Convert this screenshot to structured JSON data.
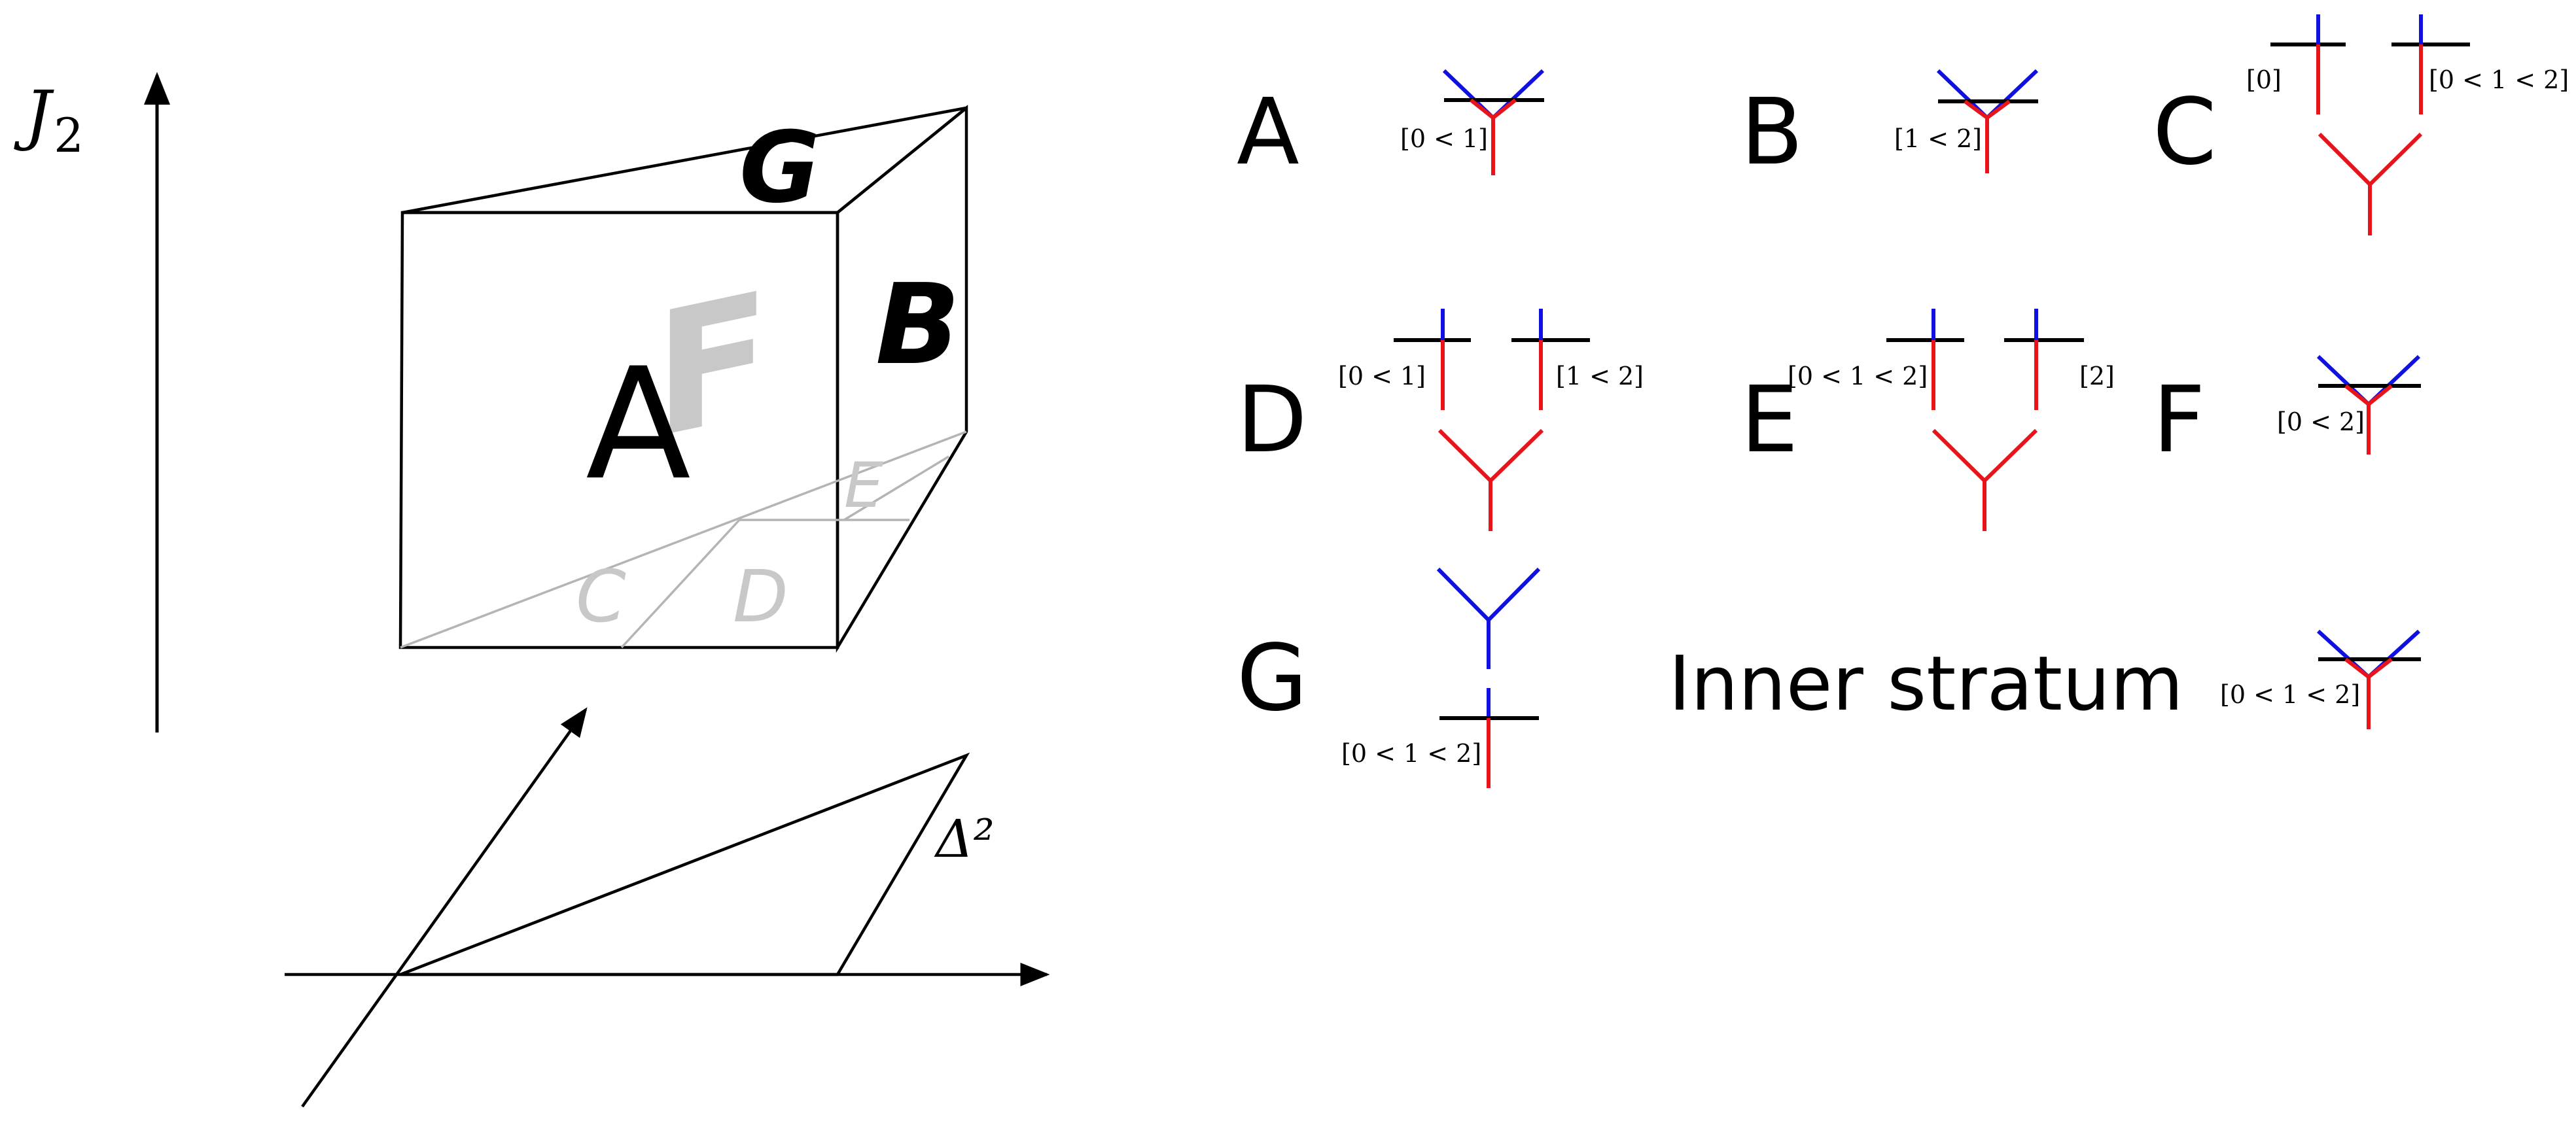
{
  "left_figure": {
    "axis_label_var": "J",
    "axis_label_sub": "2",
    "simplex_label": "Δ²",
    "front_face_label": "A",
    "right_face_label": "B",
    "top_face_label": "G",
    "back_face_label": "F",
    "bottom_labels": [
      "C",
      "D",
      "E"
    ]
  },
  "strata": [
    {
      "label": "A",
      "interval": "[0 < 1]"
    },
    {
      "label": "B",
      "interval": "[1 < 2]"
    },
    {
      "label": "C",
      "left_interval": "[0]",
      "right_interval": "[0 < 1 < 2]"
    },
    {
      "label": "D",
      "left_interval": "[0 < 1]",
      "right_interval": "[1 < 2]"
    },
    {
      "label": "E",
      "left_interval": "[0 < 1 < 2]",
      "right_interval": "[2]"
    },
    {
      "label": "F",
      "interval": "[0 < 2]"
    },
    {
      "label": "G",
      "interval": "[0 < 1 < 2]"
    }
  ],
  "inner_stratum": {
    "label": "Inner stratum",
    "interval": "[0 < 1 < 2]"
  },
  "colors": {
    "red": "#e8141c",
    "blue": "#1010e0",
    "black": "#000000",
    "gray_face": "#c8c8c8",
    "gray_line": "#b4b4b4"
  }
}
